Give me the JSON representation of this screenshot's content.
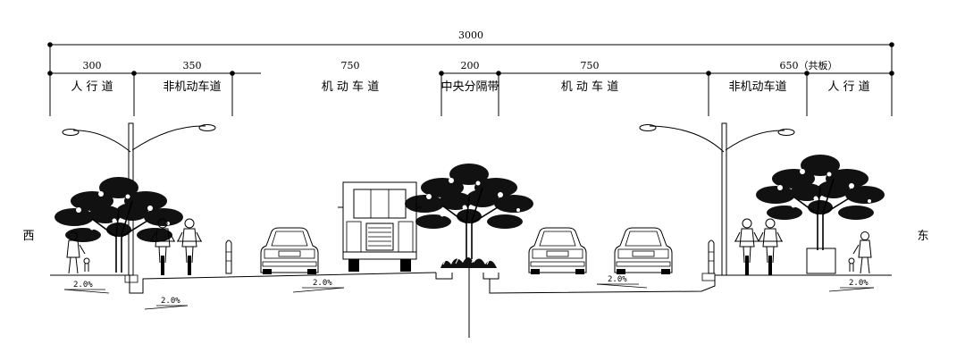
{
  "total_width": "3000",
  "segments": [
    {
      "width": "300",
      "label": "人 行 道"
    },
    {
      "width": "350",
      "label": "非机动车道"
    },
    {
      "width": "750",
      "label": "机  动  车  道"
    },
    {
      "width": "200",
      "label": "中央分隔带"
    },
    {
      "width": "750",
      "label": "机  动  车  道"
    },
    {
      "width": "650（共板）",
      "label": "非机动车道"
    },
    {
      "width": "",
      "label": "人 行 道"
    }
  ],
  "directions": {
    "west": "西",
    "east": "东"
  },
  "slopes": [
    "2.0%",
    "2.0%",
    "2.0%",
    "2.0%",
    "2.0%"
  ],
  "colors": {
    "line": "#000000",
    "background": "#ffffff"
  }
}
